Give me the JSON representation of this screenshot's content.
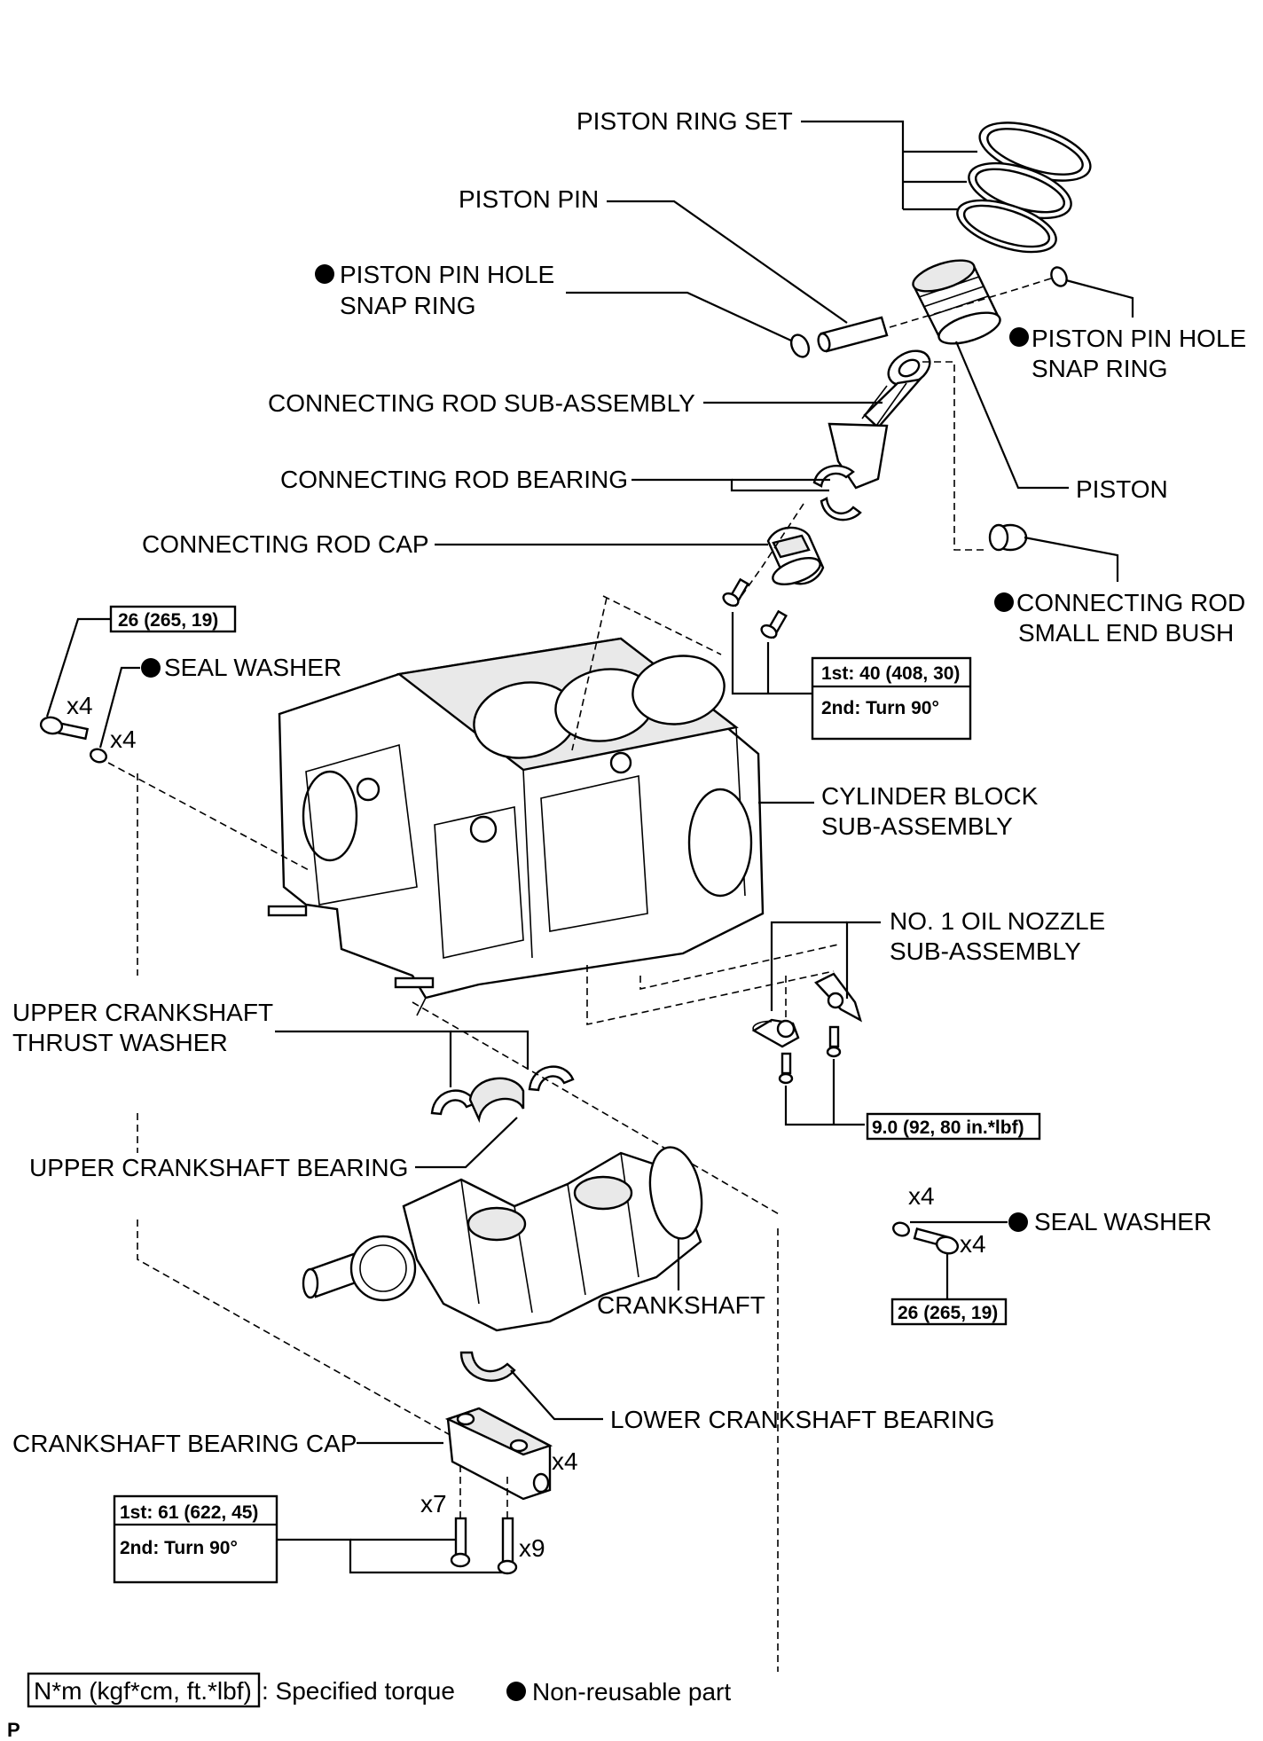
{
  "labels": {
    "piston_ring_set": "PISTON RING SET",
    "piston_pin": "PISTON PIN",
    "snap_ring_left_1": "PISTON PIN HOLE",
    "snap_ring_left_2": "SNAP RING",
    "snap_ring_right_1": "PISTON PIN HOLE",
    "snap_ring_right_2": "SNAP RING",
    "connecting_rod_sub": "CONNECTING ROD SUB-ASSEMBLY",
    "connecting_rod_bearing": "CONNECTING ROD BEARING",
    "piston": "PISTON",
    "connecting_rod_cap": "CONNECTING ROD CAP",
    "small_end_bush_1": "CONNECTING ROD",
    "small_end_bush_2": "SMALL END BUSH",
    "seal_washer_top": "SEAL WASHER",
    "cylinder_block_1": "CYLINDER BLOCK",
    "cylinder_block_2": "SUB-ASSEMBLY",
    "oil_nozzle_1": "NO. 1 OIL NOZZLE",
    "oil_nozzle_2": "SUB-ASSEMBLY",
    "upper_thrust_1": "UPPER CRANKSHAFT",
    "upper_thrust_2": "THRUST WASHER",
    "upper_bearing": "UPPER CRANKSHAFT BEARING",
    "seal_washer_right": "SEAL WASHER",
    "crankshaft": "CRANKSHAFT",
    "lower_bearing": "LOWER CRANKSHAFT BEARING",
    "bearing_cap": "CRANKSHAFT BEARING CAP"
  },
  "quantities": {
    "bolt_top_left": "x4",
    "washer_top_left": "x4",
    "washer_right": "x4",
    "bolt_right": "x4",
    "cap_count": "x4",
    "cap_bolt_a": "x7",
    "cap_bolt_b": "x9"
  },
  "torques": {
    "top_left": "26 (265, 19)",
    "rod_cap_1": "1st: 40 (408, 30)",
    "rod_cap_2": "2nd: Turn 90°",
    "oil_nozzle": "9.0 (92, 80 in.*lbf)",
    "right": "26 (265, 19)",
    "bearing_cap_1": "1st: 61 (622, 45)",
    "bearing_cap_2": "2nd: Turn 90°"
  },
  "legend": {
    "torque_box": "N*m (kgf*cm, ft.*lbf)",
    "torque_text": ": Specified torque",
    "nonreusable_text": "Non-reusable part"
  },
  "footer": {
    "code": "P"
  }
}
